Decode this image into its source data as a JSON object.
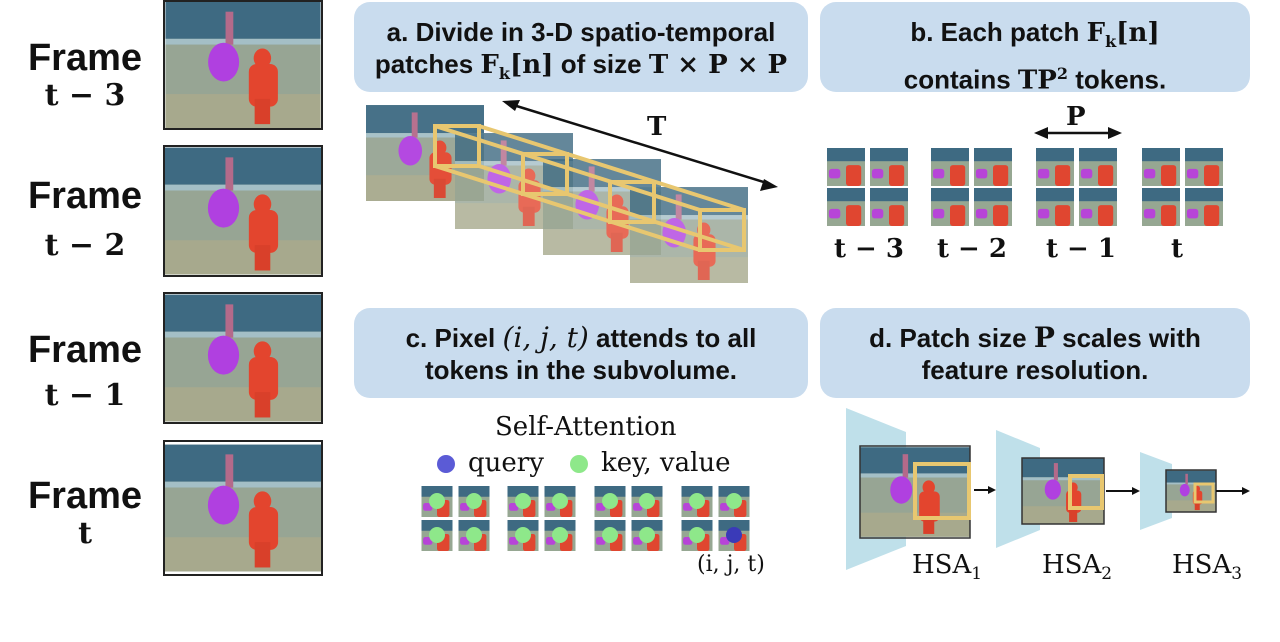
{
  "frames": [
    {
      "word": "Frame",
      "symbol": "t − 3"
    },
    {
      "word": "Frame",
      "symbol": "t − 2"
    },
    {
      "word": "Frame",
      "symbol": "t − 1"
    },
    {
      "word": "Frame",
      "symbol": "t"
    }
  ],
  "panel_a": {
    "title_line1": "a. Divide in 3-D spatio-temporal",
    "title_line2_pre": "patches",
    "symbol_F": "F",
    "symbol_k": "k",
    "symbol_n": "[n]",
    "title_line2_mid": "of size",
    "size_expr": "T × P × P",
    "arrow_label": "T"
  },
  "panel_b": {
    "title_line1_pre": "b. Each patch",
    "symbol_F": "F",
    "symbol_k": "k",
    "symbol_n": "[n]",
    "title_line2_pre": "contains",
    "tokens_expr": "TP",
    "tokens_exp": "2",
    "title_line2_post": "tokens.",
    "p_label": "P",
    "time_labels": [
      "t − 3",
      "t − 2",
      "t − 1",
      "t"
    ]
  },
  "panel_c": {
    "title_line1_pre": "c. Pixel",
    "pixel_expr": "(i, j, t)",
    "title_line1_post": "attends to all",
    "title_line2": "tokens in the subvolume.",
    "diagram_title": "Self-Attention",
    "legend_query": "query",
    "legend_kv": "key, value",
    "pixel_label": "(i, j, t)",
    "query_color": "#5b5bd6",
    "kv_color": "#8ee88a"
  },
  "panel_d": {
    "title_line1_pre": "d. Patch size",
    "symbol_P": "P",
    "title_line1_post": "scales with",
    "title_line2": "feature resolution.",
    "stages": [
      {
        "name": "HSA",
        "sub": "1"
      },
      {
        "name": "HSA",
        "sub": "2"
      },
      {
        "name": "HSA",
        "sub": "3"
      }
    ]
  },
  "colors": {
    "panel_bg": "#c9dcee",
    "patch_outline": "#e8c770",
    "funnel": "#bfe0ea"
  }
}
